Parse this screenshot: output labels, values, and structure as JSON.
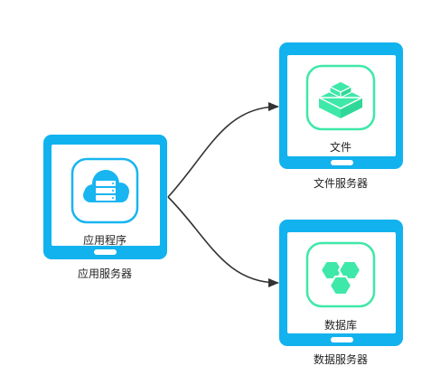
{
  "colors": {
    "frame": "#12b2ee",
    "screen": "#ffffff",
    "cloud_icon": "#19b5f0",
    "green_icon": "#3ee8a8",
    "connector": "#333333"
  },
  "nodes": {
    "app_server": {
      "screen_label": "应用程序",
      "caption": "应用服务器",
      "icon": "cloud-server-icon"
    },
    "file_server": {
      "screen_label": "文件",
      "caption": "文件服务器",
      "icon": "stacked-cube-icon"
    },
    "db_server": {
      "screen_label": "数据库",
      "caption": "数据服务器",
      "icon": "hexagon-cluster-icon"
    }
  },
  "edges": [
    {
      "from": "app_server",
      "to": "file_server"
    },
    {
      "from": "app_server",
      "to": "db_server"
    }
  ]
}
